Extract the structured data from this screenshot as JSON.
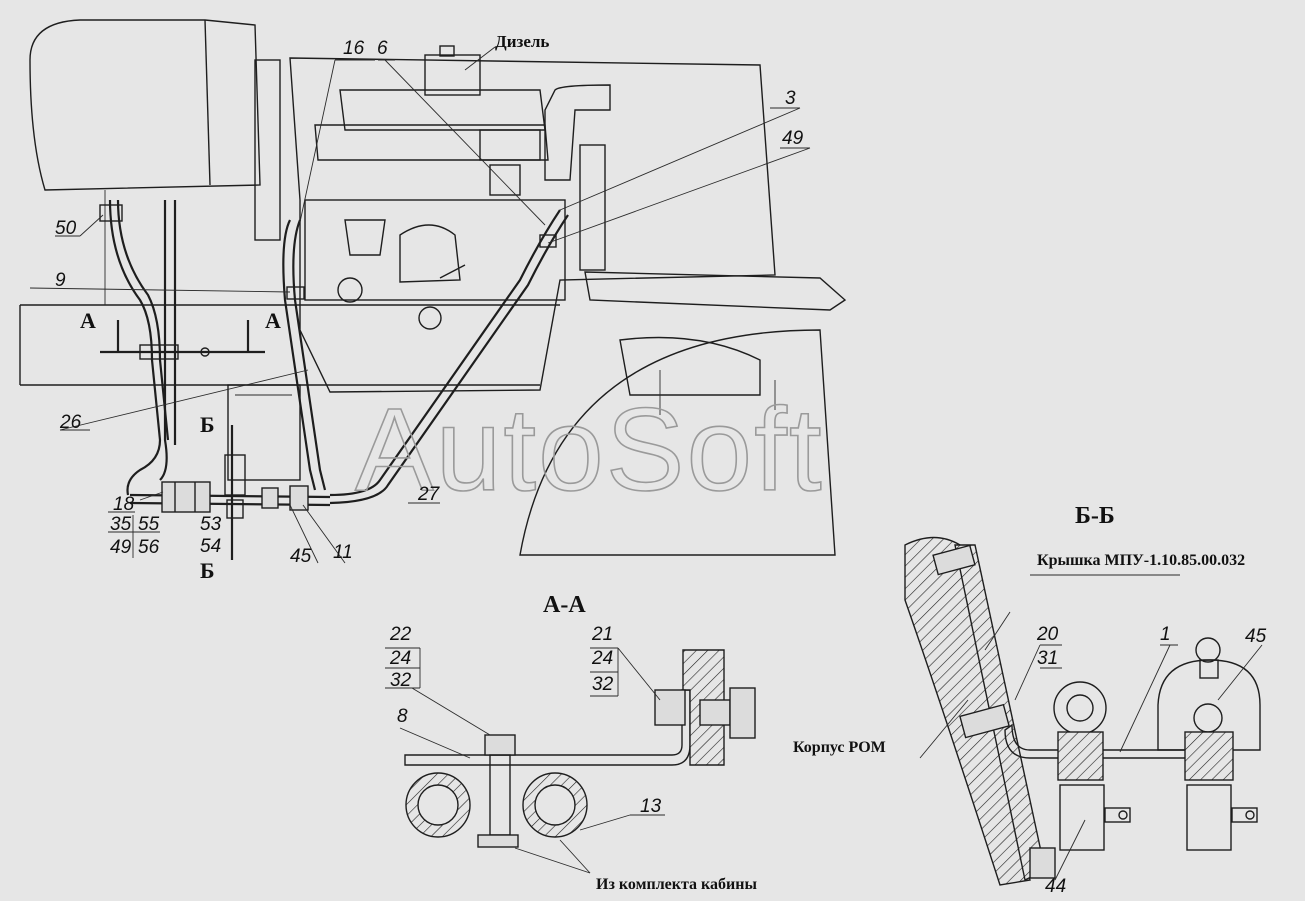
{
  "labels": {
    "engine": "Дизель",
    "section_aa": "А-А",
    "section_bb": "Б-Б",
    "cut_a": "А",
    "cut_b": "Б",
    "cover": "Крышка МПУ-1.10.85.00.032",
    "housing": "Корпус РОМ",
    "cab_kit": "Из комплекта кабины"
  },
  "watermark": "AutoSoft",
  "part_numbers": {
    "p16": "16",
    "p6": "6",
    "p3": "3",
    "p49a": "49",
    "p50": "50",
    "p9": "9",
    "p26": "26",
    "p18": "18",
    "p35": "35",
    "p49b": "49",
    "p55": "55",
    "p56": "56",
    "p53": "53",
    "p54": "54",
    "p45a": "45",
    "p11": "11",
    "p27": "27",
    "p22": "22",
    "p24a": "24",
    "p32a": "32",
    "p8": "8",
    "p21": "21",
    "p24b": "24",
    "p32b": "32",
    "p13": "13",
    "p20": "20",
    "p31": "31",
    "p1": "1",
    "p45b": "45",
    "p44": "44"
  }
}
